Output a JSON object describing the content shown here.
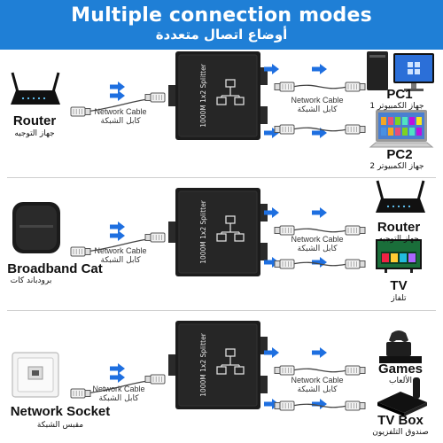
{
  "header": {
    "title": "Multiple connection modes",
    "subtitle": "أوضاع اتصال متعددة"
  },
  "splitter_label": "1000M 1x2 Splitter",
  "colors": {
    "banner": "#1f7fd6",
    "arrow": "#1e6fe0",
    "device_dark": "#1c1c1c"
  },
  "cable": {
    "label": "Network Cable",
    "label_ar": "كابل الشبكة"
  },
  "sections": [
    {
      "source": {
        "icon": "router-icon",
        "name": "Router",
        "name_ar": "جهاز التوجيه"
      },
      "outputs": [
        {
          "icon": "desktop-pc-icon",
          "name": "PC1",
          "name_ar": "جهاز الكمبيوتر 1"
        },
        {
          "icon": "laptop-icon",
          "name": "PC2",
          "name_ar": "جهاز الكمبيوتر 2"
        }
      ]
    },
    {
      "source": {
        "icon": "modem-icon",
        "name": "Broadband Cat",
        "name_ar": "برودباند كات"
      },
      "outputs": [
        {
          "icon": "router-icon",
          "name": "Router",
          "name_ar": "جهاز التوجيه"
        },
        {
          "icon": "tv-icon",
          "name": "TV",
          "name_ar": "تلفاز"
        }
      ]
    },
    {
      "source": {
        "icon": "wall-socket-icon",
        "name": "Network Socket",
        "name_ar": "مقبس الشبكة"
      },
      "outputs": [
        {
          "icon": "game-console-icon",
          "name": "Games",
          "name_ar": "الألعاب"
        },
        {
          "icon": "tv-box-icon",
          "name": "TV Box",
          "name_ar": "صندوق التلفزيون"
        }
      ]
    }
  ]
}
